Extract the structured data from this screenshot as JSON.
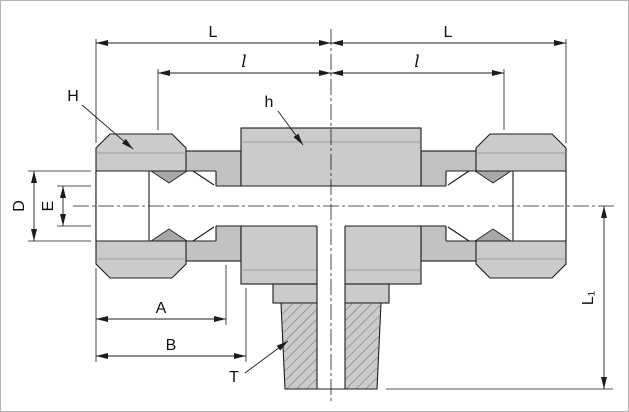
{
  "drawing": {
    "labels": {
      "dim_L_left": "L",
      "dim_L_right": "L",
      "dim_l_left": "l",
      "dim_l_right": "l",
      "label_H": "H",
      "label_h": "h",
      "dim_D": "D",
      "dim_E": "E",
      "dim_A": "A",
      "dim_B": "B",
      "label_T": "T",
      "dim_L1": "L₁"
    },
    "colors": {
      "metal_fill": "#cbcbcb",
      "line": "#1c1c1c",
      "background": "#ffffff"
    }
  }
}
